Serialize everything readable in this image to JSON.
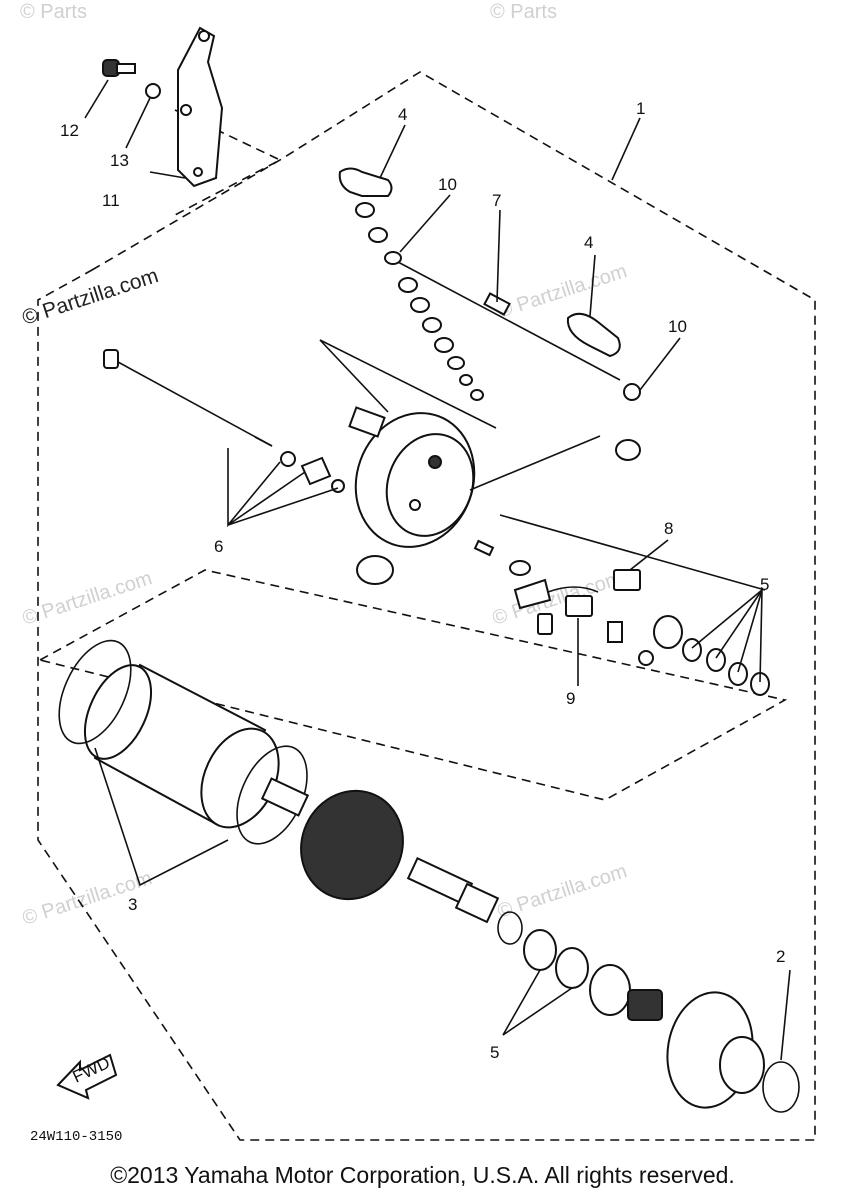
{
  "diagram": {
    "callouts": {
      "c1": "1",
      "c2": "2",
      "c3": "3",
      "c4a": "4",
      "c4b": "4",
      "c5a": "5",
      "c5b": "5",
      "c6": "6",
      "c7": "7",
      "c8": "8",
      "c9": "9",
      "c10a": "10",
      "c10b": "10",
      "c11": "11",
      "c12": "12",
      "c13": "13"
    },
    "watermarks": {
      "w_top_left": "© Parts",
      "w_top_mid": "© Parts",
      "w_main": "© Partzilla.com",
      "w_mid_right": "© Partzilla.com",
      "w_left_mid": "© Partzilla.com",
      "w_center": "© Partzilla.com",
      "w_lower_left": "© Partzilla.com",
      "w_lower_right": "© Partzilla.com"
    },
    "fwd_label": "FWD",
    "diagram_code": "24W110-3150"
  },
  "footer": {
    "copyright": "©2013 Yamaha Motor Corporation, U.S.A. All rights reserved."
  }
}
